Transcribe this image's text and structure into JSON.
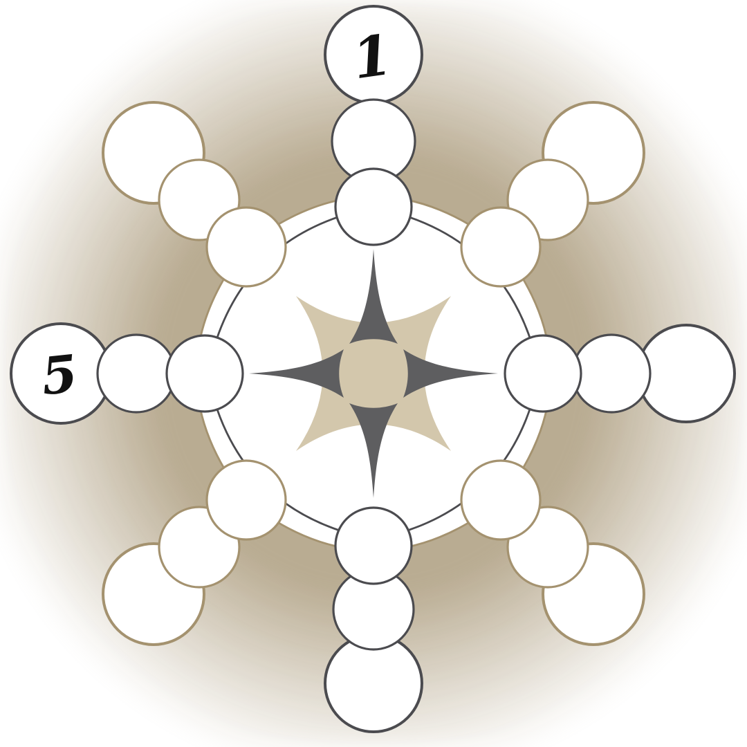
{
  "puzzle": {
    "name": "snowflake-number-chain-puzzle",
    "cells": {
      "top_outer": "1",
      "top_middle": "",
      "top_inner": "",
      "upper_right_outer": "",
      "upper_right_middle": "",
      "upper_right_inner": "",
      "right_outer": "",
      "right_middle": "",
      "right_inner": "",
      "lower_right_outer": "",
      "lower_right_middle": "",
      "lower_right_inner": "",
      "bottom_outer": "",
      "bottom_middle": "",
      "bottom_inner": "",
      "lower_left_outer": "",
      "lower_left_middle": "",
      "lower_left_inner": "",
      "left_outer": "5",
      "left_middle": "",
      "left_inner": "",
      "upper_left_outer": "",
      "upper_left_middle": "",
      "upper_left_inner": ""
    }
  },
  "colors": {
    "dark_outline": "#4b4b4f",
    "tan_outline": "#a4926f",
    "tan_fill": "#d3c7ac",
    "spike_fill": "#5e5e60",
    "glow": "#b6a88d",
    "cell_fill": "#ffffff",
    "clue_text": "#111111",
    "background": "#ffffff"
  }
}
